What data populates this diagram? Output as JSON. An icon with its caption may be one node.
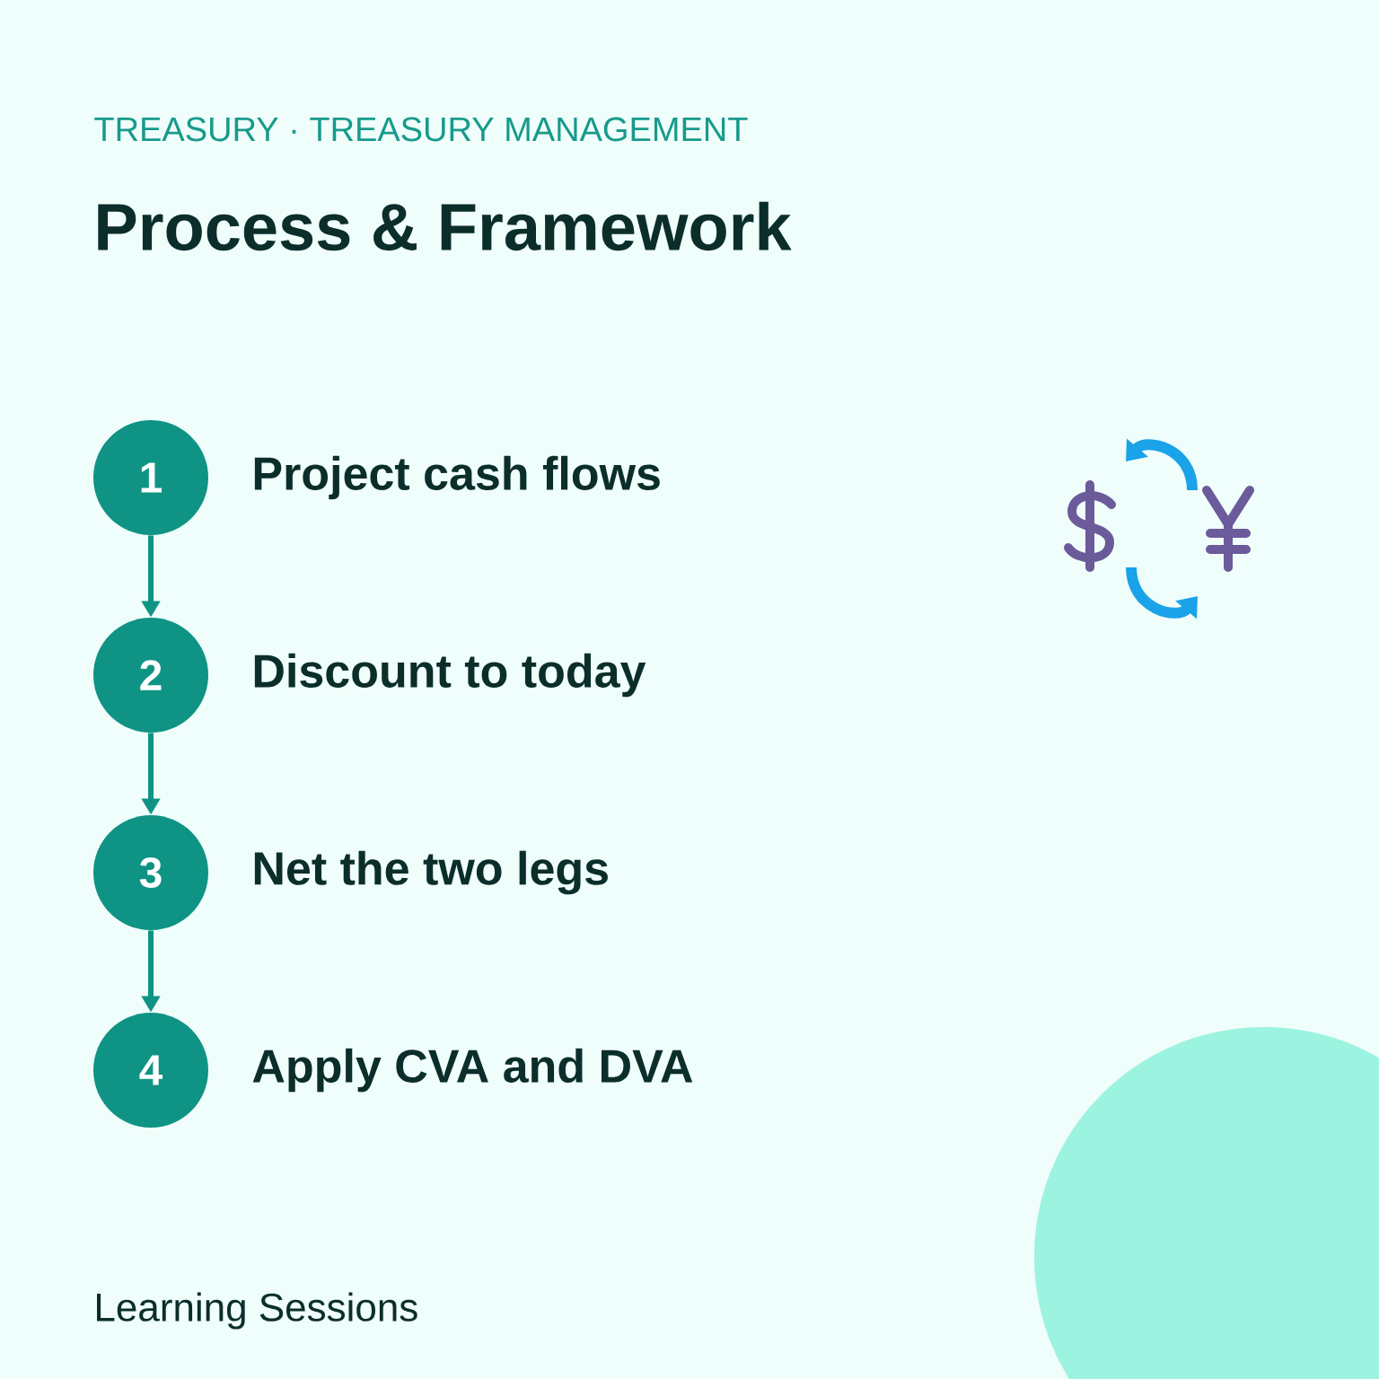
{
  "diagram": {
    "title": "Process & Framework",
    "nodes": [
      {
        "text": [
          "1"
        ],
        "beside": [
          "Project cash flows"
        ]
      },
      {
        "text": [
          "2"
        ],
        "beside": [
          "Discount to today"
        ]
      },
      {
        "text": [
          "3"
        ],
        "beside": [
          "Net the two legs"
        ]
      },
      {
        "text": [
          "4"
        ],
        "beside": [
          "Apply CVA and DVA"
        ]
      }
    ],
    "edges": [
      {
        "from": 0,
        "to": 1,
        "arrow": "to"
      },
      {
        "from": 1,
        "to": 2,
        "arrow": "to"
      },
      {
        "from": 2,
        "to": 3,
        "arrow": "to"
      }
    ],
    "labels": [
      "TREASURY · TREASURY MANAGEMENT",
      "Learning Sessions"
    ]
  }
}
